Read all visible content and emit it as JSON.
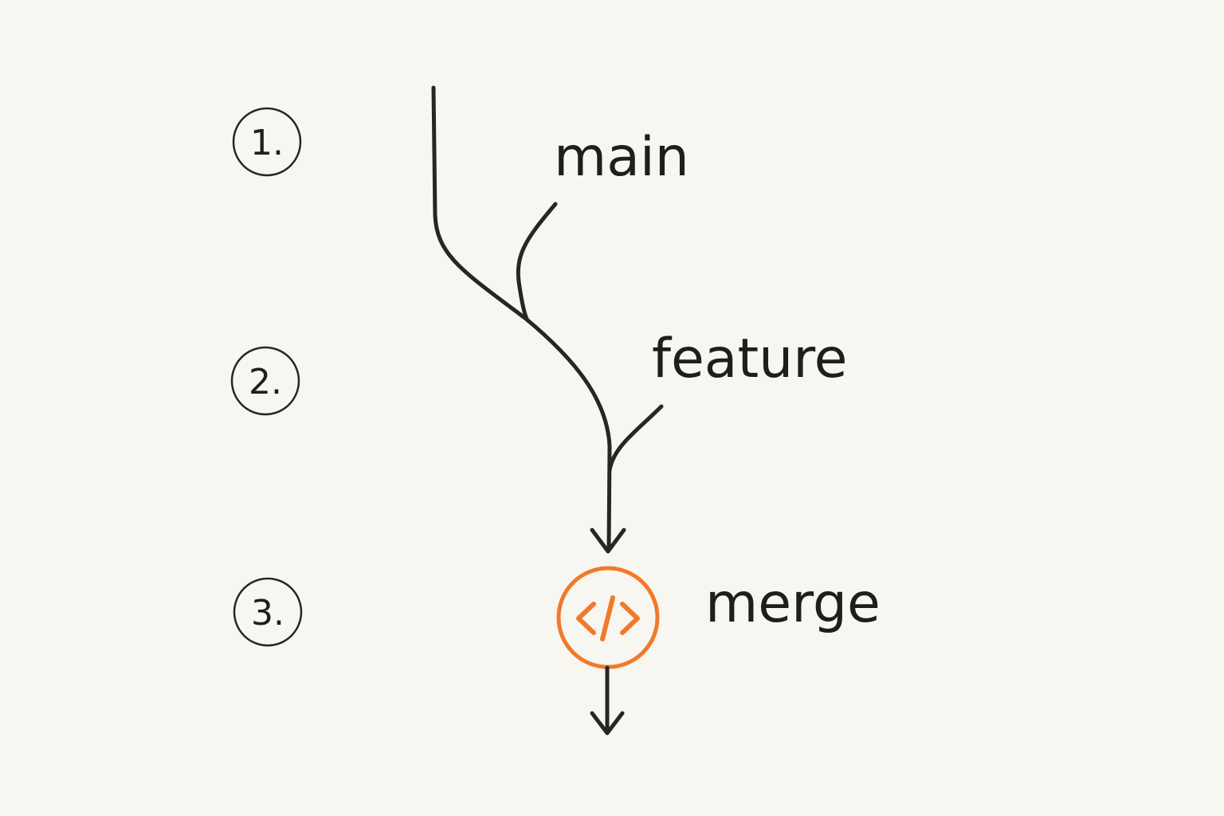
{
  "steps": [
    {
      "label": "1."
    },
    {
      "label": "2."
    },
    {
      "label": "3."
    }
  ],
  "branches": {
    "main": "main",
    "feature": "feature",
    "merge": "merge"
  },
  "merge_icon": {
    "name": "code-icon",
    "color": "#f07a2a"
  },
  "ink_color": "#262626",
  "background_color": "#f8f6f1"
}
